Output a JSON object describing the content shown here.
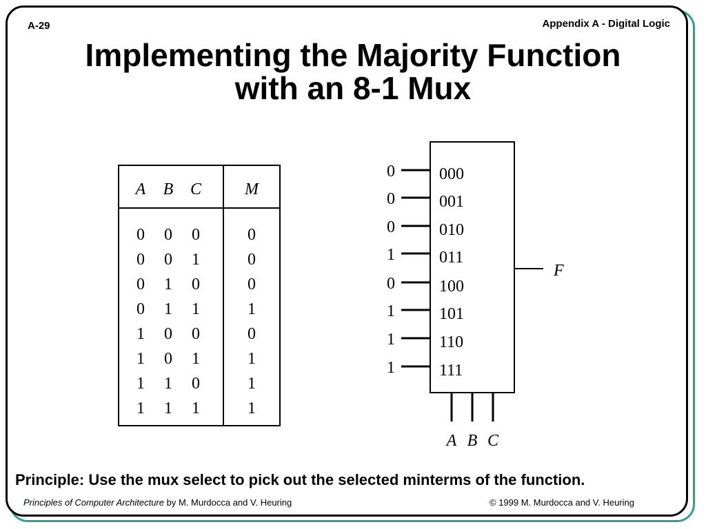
{
  "header": {
    "slide_number": "A-29",
    "appendix_title": "Appendix A - Digital Logic"
  },
  "title": {
    "line1": "Implementing the Majority Function",
    "line2": "with an 8-1 Mux"
  },
  "truth_table": {
    "input_headers": [
      "A",
      "B",
      "C"
    ],
    "output_header": "M",
    "rows": [
      [
        "0",
        "0",
        "0",
        "0"
      ],
      [
        "0",
        "0",
        "1",
        "0"
      ],
      [
        "0",
        "1",
        "0",
        "0"
      ],
      [
        "0",
        "1",
        "1",
        "1"
      ],
      [
        "1",
        "0",
        "0",
        "0"
      ],
      [
        "1",
        "0",
        "1",
        "1"
      ],
      [
        "1",
        "1",
        "0",
        "1"
      ],
      [
        "1",
        "1",
        "1",
        "1"
      ]
    ]
  },
  "mux": {
    "inputs": [
      {
        "value": "0",
        "select": "000"
      },
      {
        "value": "0",
        "select": "001"
      },
      {
        "value": "0",
        "select": "010"
      },
      {
        "value": "1",
        "select": "011"
      },
      {
        "value": "0",
        "select": "100"
      },
      {
        "value": "1",
        "select": "101"
      },
      {
        "value": "1",
        "select": "110"
      },
      {
        "value": "1",
        "select": "111"
      }
    ],
    "output_label": "F",
    "select_labels": [
      "A",
      "B",
      "C"
    ]
  },
  "principle": "Principle: Use the mux select to pick out the selected minterms of the function.",
  "footer": {
    "book_title": "Principles of Computer Architecture",
    "byline": " by M. Murdocca and V. Heuring",
    "copyright": "© 1999 M. Murdocca and V. Heuring"
  },
  "colors": {
    "frame": "#000000",
    "frame_shadow": "#2e9e93"
  }
}
